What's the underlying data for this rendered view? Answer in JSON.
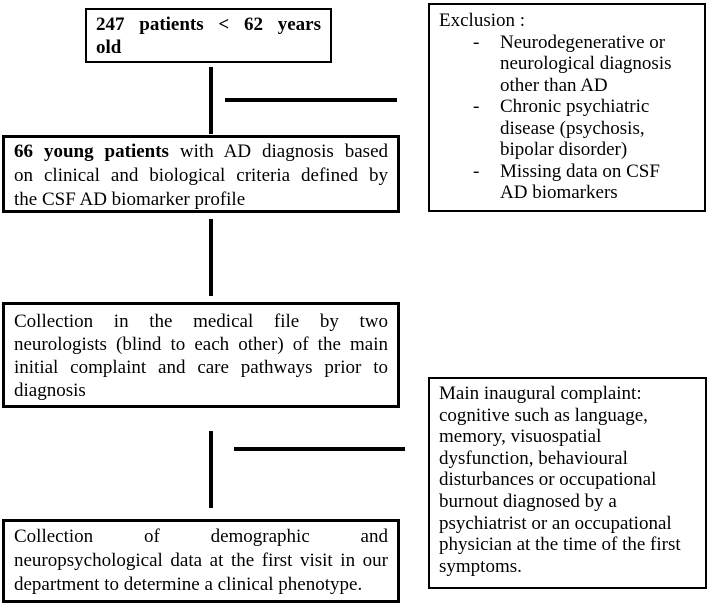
{
  "diagram": {
    "colors": {
      "line": "#000000",
      "background": "#ffffff",
      "text": "#000000"
    },
    "top_box": {
      "lines": [
        "247 patients < 62 years",
        "old"
      ]
    },
    "exclusion_box": {
      "title": "Exclusion :",
      "bullet": "-",
      "items": [
        "Neurodegenerative or\nneurological diagnosis\nother than AD",
        "Chronic psychiatric\ndisease (psychosis,\nbipolar disorder)",
        "Missing data on CSF\nAD biomarkers"
      ]
    },
    "patients_box": {
      "bold": "66 young patients",
      "line1_rest": " with AD diagnosis based",
      "line2": "on clinical and biological criteria defined by",
      "line3": "the CSF AD biomarker profile"
    },
    "collection_box": {
      "lines": [
        "Collection in the medical file by two",
        "neurologists (blind to each other) of the main",
        "initial complaint and care pathways prior to",
        "diagnosis"
      ]
    },
    "complaint_box": {
      "text": "Main inaugural complaint:\ncognitive such as language,\nmemory, visuospatial\ndysfunction, behavioural\ndisturbances or occupational\nburnout diagnosed by a\npsychiatrist or an occupational\nphysician at the time of the first\nsymptoms."
    },
    "phenotype_box": {
      "lines": [
        "Collection of demographic and",
        "neuropsychological data at the first visit in our",
        "department to determine a clinical phenotype."
      ]
    }
  }
}
